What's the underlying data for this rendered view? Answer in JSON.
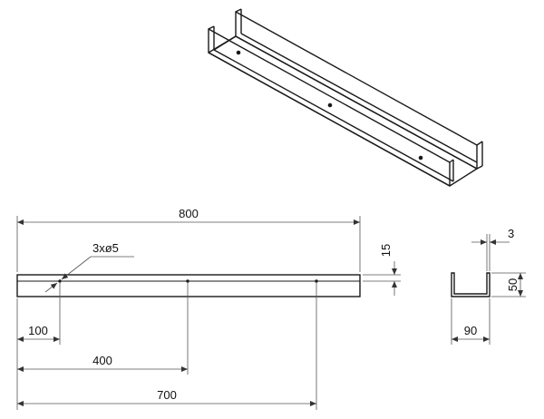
{
  "dimensions": {
    "length": "800",
    "thickness": "3",
    "hole_spec": "3xø5",
    "height_small": "15",
    "height": "50",
    "depth": "90",
    "offset_1": "100",
    "offset_2": "400",
    "offset_3": "700"
  },
  "colors": {
    "line": "#1a1a1a",
    "dimension": "#555555",
    "background": "#ffffff"
  }
}
